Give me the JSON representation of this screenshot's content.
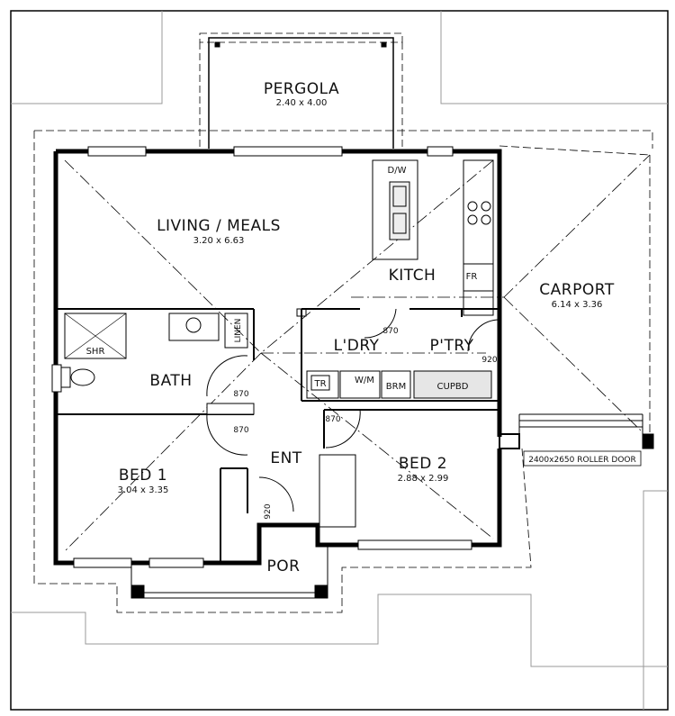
{
  "rooms": {
    "pergola": {
      "name": "PERGOLA",
      "dims": "2.40 x 4.00"
    },
    "living": {
      "name": "LIVING / MEALS",
      "dims": "3.20 x 6.63"
    },
    "kitchen": {
      "name": "KITCH"
    },
    "carport": {
      "name": "CARPORT",
      "dims": "6.14 x 3.36"
    },
    "laundry": {
      "name": "L'DRY"
    },
    "pantry": {
      "name": "P'TRY"
    },
    "bath": {
      "name": "BATH"
    },
    "bed1": {
      "name": "BED 1",
      "dims": "3.04 x 3.35"
    },
    "bed2": {
      "name": "BED 2",
      "dims": "2.88 x 2.99"
    },
    "entry": {
      "name": "ENT"
    },
    "porch": {
      "name": "POR"
    }
  },
  "fixtures": {
    "dishwasher": "D/W",
    "fridge": "FR",
    "shower": "SHR",
    "linen": "LINEN",
    "trough": "TR",
    "washing_machine": "W/M",
    "broom": "BRM",
    "cupboard": "CUPBD"
  },
  "doors": {
    "laundry": "870",
    "pantry": "920",
    "bath": "870",
    "bed1": "870",
    "bed2": "870",
    "entry": "920"
  },
  "carport_door": "2400x2650 ROLLER DOOR"
}
